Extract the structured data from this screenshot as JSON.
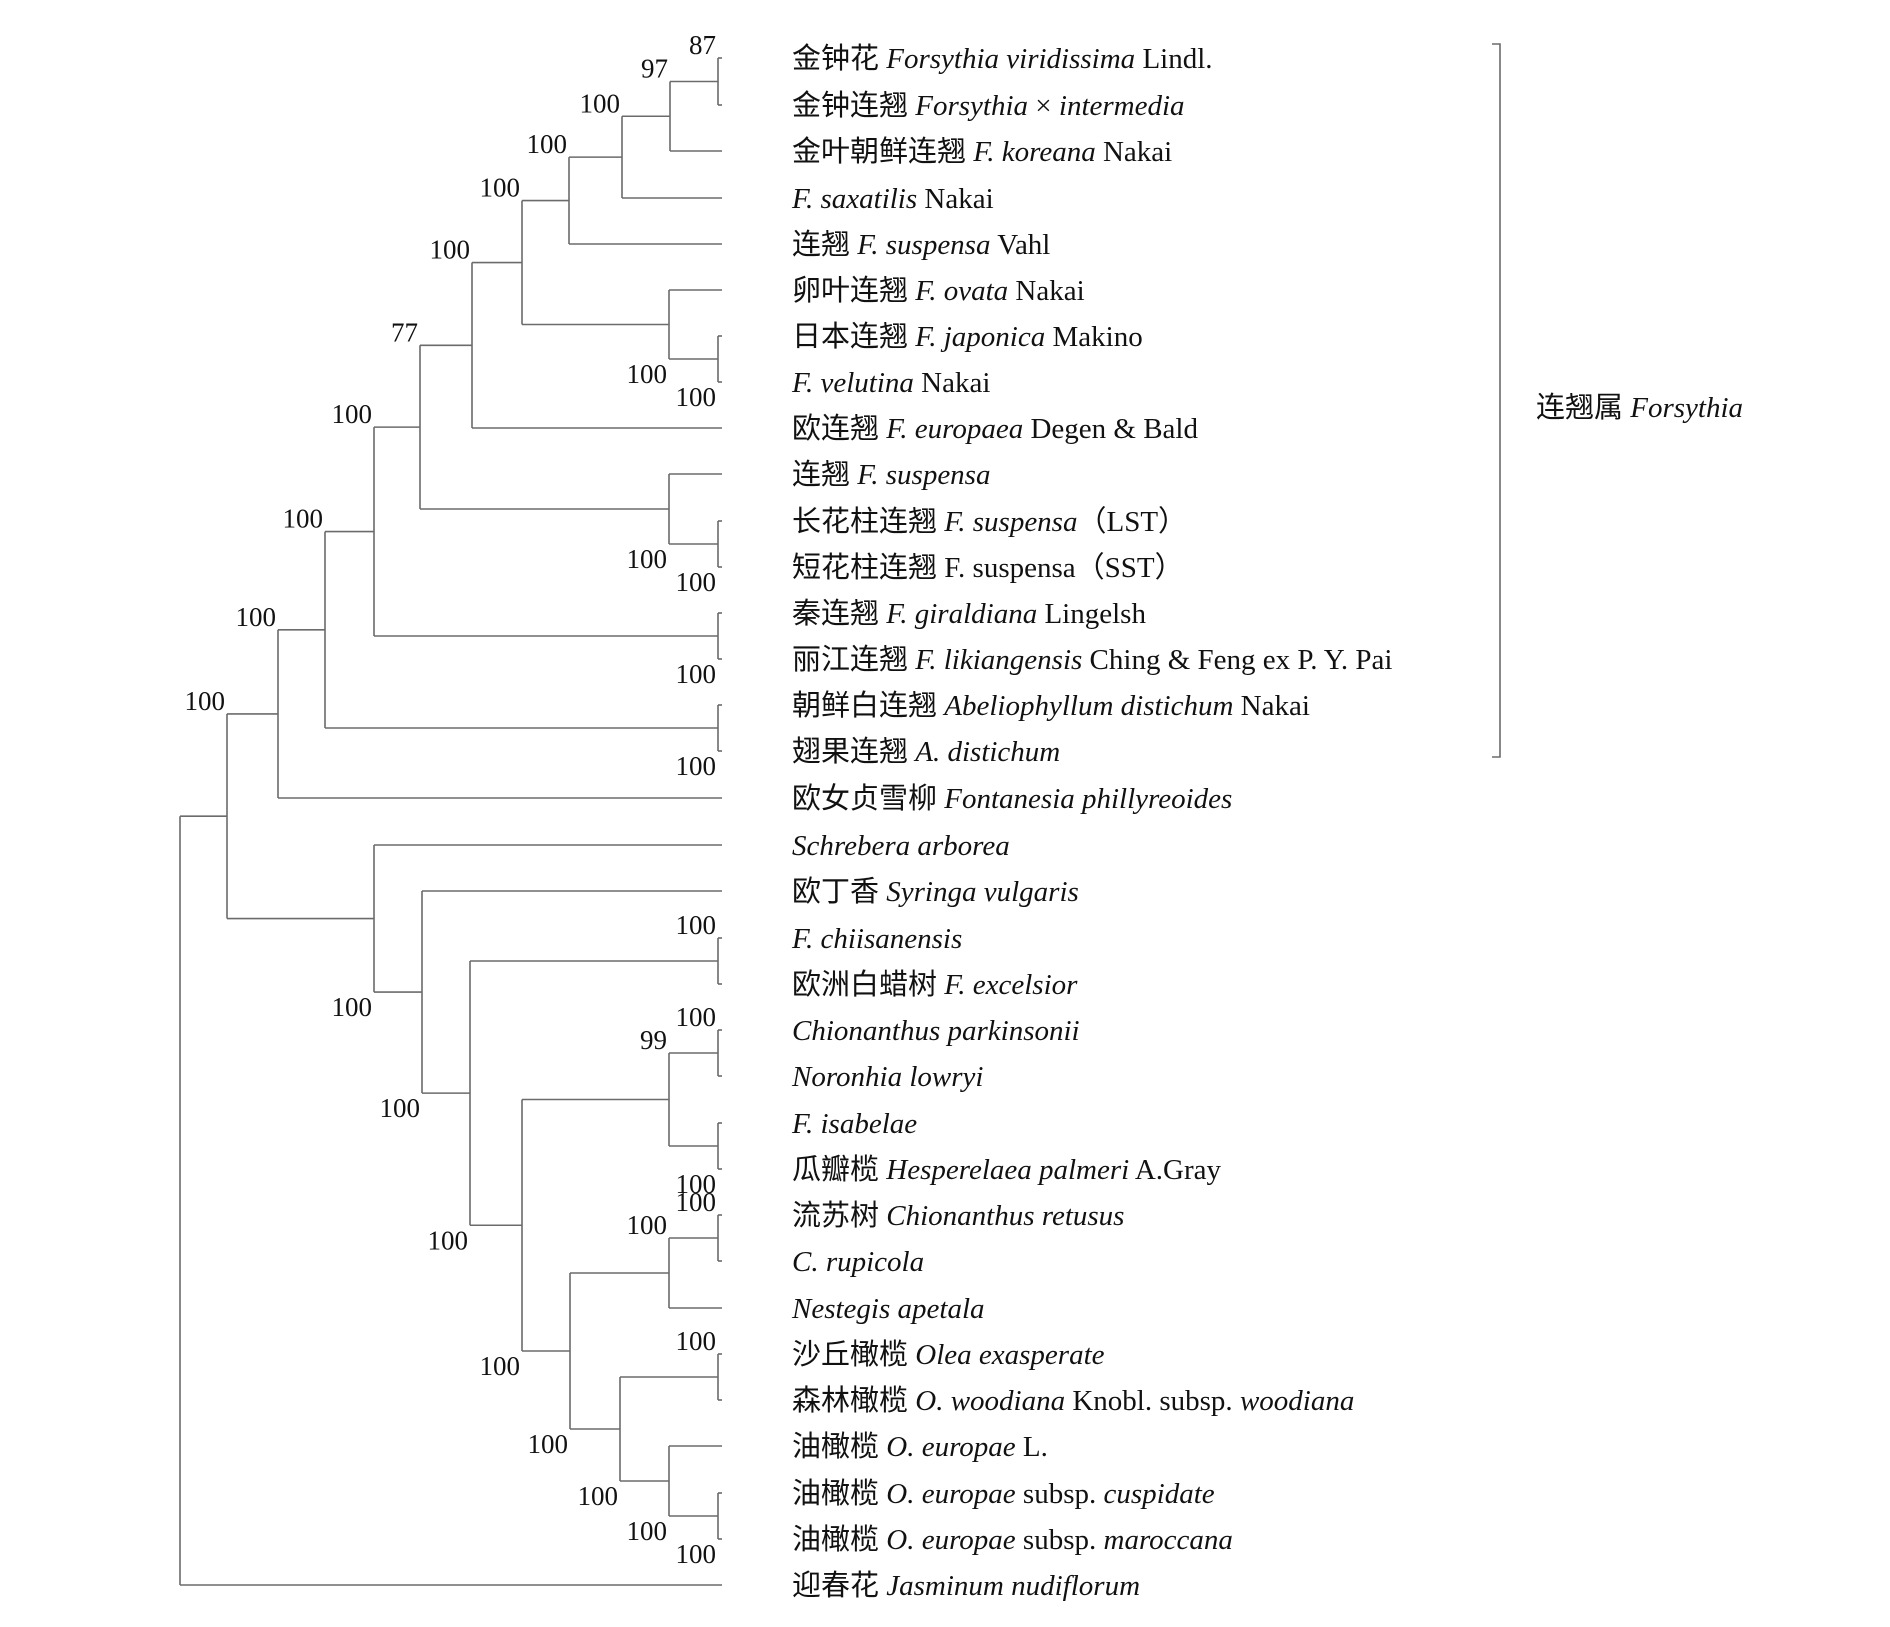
{
  "taxa": [
    {
      "id": "t1",
      "parts": [
        {
          "t": "金钟花 ",
          "i": false
        },
        {
          "t": "Forsythia viridissima",
          "i": true
        },
        {
          "t": " Lindl.",
          "i": false
        }
      ]
    },
    {
      "id": "t2",
      "parts": [
        {
          "t": "金钟连翘 ",
          "i": false
        },
        {
          "t": "Forsythia",
          "i": true
        },
        {
          "t": " × ",
          "i": false
        },
        {
          "t": "intermedia",
          "i": true
        }
      ]
    },
    {
      "id": "t3",
      "parts": [
        {
          "t": "金叶朝鲜连翘 ",
          "i": false
        },
        {
          "t": "F. koreana",
          "i": true
        },
        {
          "t": " Nakai",
          "i": false
        }
      ]
    },
    {
      "id": "t4",
      "parts": [
        {
          "t": "F. saxatilis",
          "i": true
        },
        {
          "t": " Nakai",
          "i": false
        }
      ]
    },
    {
      "id": "t5",
      "parts": [
        {
          "t": "连翘 ",
          "i": false
        },
        {
          "t": "F. suspensa",
          "i": true
        },
        {
          "t": " Vahl",
          "i": false
        }
      ]
    },
    {
      "id": "t6",
      "parts": [
        {
          "t": "卵叶连翘 ",
          "i": false
        },
        {
          "t": "F. ovata",
          "i": true
        },
        {
          "t": " Nakai",
          "i": false
        }
      ]
    },
    {
      "id": "t7",
      "parts": [
        {
          "t": "日本连翘 ",
          "i": false
        },
        {
          "t": "F. japonica",
          "i": true
        },
        {
          "t": " Makino",
          "i": false
        }
      ]
    },
    {
      "id": "t8",
      "parts": [
        {
          "t": "F. velutina",
          "i": true
        },
        {
          "t": " Nakai",
          "i": false
        }
      ]
    },
    {
      "id": "t9",
      "parts": [
        {
          "t": "欧连翘 ",
          "i": false
        },
        {
          "t": "F. europaea",
          "i": true
        },
        {
          "t": " Degen & Bald",
          "i": false
        }
      ]
    },
    {
      "id": "t10",
      "parts": [
        {
          "t": "连翘 ",
          "i": false
        },
        {
          "t": "F. suspensa",
          "i": true
        }
      ]
    },
    {
      "id": "t11",
      "parts": [
        {
          "t": "长花柱连翘 ",
          "i": false
        },
        {
          "t": "F. suspensa",
          "i": true
        },
        {
          "t": "（LST）",
          "i": false
        }
      ]
    },
    {
      "id": "t12",
      "parts": [
        {
          "t": "短花柱连翘 F. suspensa（SST）",
          "i": false
        }
      ]
    },
    {
      "id": "t13",
      "parts": [
        {
          "t": "秦连翘 ",
          "i": false
        },
        {
          "t": "F. giraldiana",
          "i": true
        },
        {
          "t": " Lingelsh",
          "i": false
        }
      ]
    },
    {
      "id": "t14",
      "parts": [
        {
          "t": "丽江连翘 ",
          "i": false
        },
        {
          "t": "F. likiangensis",
          "i": true
        },
        {
          "t": " Ching & Feng ex P. Y. Pai",
          "i": false
        }
      ]
    },
    {
      "id": "t15",
      "parts": [
        {
          "t": "朝鲜白连翘 ",
          "i": false
        },
        {
          "t": "Abeliophyllum distichum",
          "i": true
        },
        {
          "t": " Nakai",
          "i": false
        }
      ]
    },
    {
      "id": "t16",
      "parts": [
        {
          "t": "翅果连翘 ",
          "i": false
        },
        {
          "t": "A. distichum",
          "i": true
        }
      ]
    },
    {
      "id": "t17",
      "parts": [
        {
          "t": "欧女贞雪柳 ",
          "i": false
        },
        {
          "t": "Fontanesia phillyreoides",
          "i": true
        }
      ]
    },
    {
      "id": "t18",
      "parts": [
        {
          "t": "Schrebera arborea",
          "i": true
        }
      ]
    },
    {
      "id": "t19",
      "parts": [
        {
          "t": "欧丁香 ",
          "i": false
        },
        {
          "t": "Syringa vulgaris",
          "i": true
        }
      ]
    },
    {
      "id": "t20",
      "parts": [
        {
          "t": "F. chiisanensis",
          "i": true
        }
      ]
    },
    {
      "id": "t21",
      "parts": [
        {
          "t": "欧洲白蜡树 ",
          "i": false
        },
        {
          "t": "F. excelsior",
          "i": true
        }
      ]
    },
    {
      "id": "t22",
      "parts": [
        {
          "t": "Chionanthus parkinsonii",
          "i": true
        }
      ]
    },
    {
      "id": "t23",
      "parts": [
        {
          "t": "Noronhia lowryi",
          "i": true
        }
      ]
    },
    {
      "id": "t24",
      "parts": [
        {
          "t": "F. isabelae",
          "i": true
        }
      ]
    },
    {
      "id": "t25",
      "parts": [
        {
          "t": "瓜瓣榄 ",
          "i": false
        },
        {
          "t": "Hesperelaea palmeri",
          "i": true
        },
        {
          "t": " A.Gray",
          "i": false
        }
      ]
    },
    {
      "id": "t26",
      "parts": [
        {
          "t": "流苏树 ",
          "i": false
        },
        {
          "t": "Chionanthus retusus",
          "i": true
        }
      ]
    },
    {
      "id": "t27",
      "parts": [
        {
          "t": "C. rupicola",
          "i": true
        }
      ]
    },
    {
      "id": "t28",
      "parts": [
        {
          "t": "Nestegis apetala",
          "i": true
        }
      ]
    },
    {
      "id": "t29",
      "parts": [
        {
          "t": "沙丘橄榄 ",
          "i": false
        },
        {
          "t": "Olea exasperate",
          "i": true
        }
      ]
    },
    {
      "id": "t30",
      "parts": [
        {
          "t": "森林橄榄 ",
          "i": false
        },
        {
          "t": "O. woodiana",
          "i": true
        },
        {
          "t": " Knobl. subsp. ",
          "i": false
        },
        {
          "t": "woodiana",
          "i": true
        }
      ]
    },
    {
      "id": "t31",
      "parts": [
        {
          "t": "油橄榄 ",
          "i": false
        },
        {
          "t": "O. europae",
          "i": true
        },
        {
          "t": " L.",
          "i": false
        }
      ]
    },
    {
      "id": "t32",
      "parts": [
        {
          "t": "油橄榄 ",
          "i": false
        },
        {
          "t": "O. europae",
          "i": true
        },
        {
          "t": " subsp. ",
          "i": false
        },
        {
          "t": "cuspidate",
          "i": true
        }
      ]
    },
    {
      "id": "t33",
      "parts": [
        {
          "t": "油橄榄 ",
          "i": false
        },
        {
          "t": "O. europae",
          "i": true
        },
        {
          "t": " subsp. ",
          "i": false
        },
        {
          "t": "maroccana",
          "i": true
        }
      ]
    },
    {
      "id": "t34",
      "parts": [
        {
          "t": "迎春花 ",
          "i": false
        },
        {
          "t": "Jasminum nudiflorum",
          "i": true
        }
      ]
    }
  ],
  "support_values": [
    "87",
    "97",
    "100",
    "100",
    "100",
    "100",
    "100",
    "100",
    "100",
    "77",
    "100",
    "100",
    "100",
    "100",
    "100",
    "100",
    "100",
    "100",
    "100",
    "100",
    "100",
    "100",
    "99",
    "100",
    "100",
    "100",
    "100",
    "100",
    "100",
    "100",
    "100",
    "100"
  ],
  "genus_bracket": {
    "label_cn": "连翘属 ",
    "label_latin": "Forsythia"
  }
}
